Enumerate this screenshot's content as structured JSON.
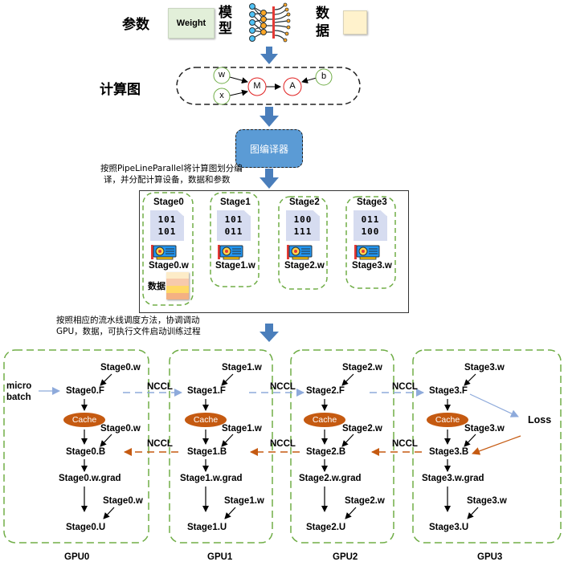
{
  "header": {
    "params_label": "参数",
    "weight_box_label": "Weight",
    "model_label_1": "模",
    "model_label_2": "型",
    "data_label_1": "数",
    "data_label_2": "据",
    "colors": {
      "weight_fill": "#e2efd9",
      "data_fill": "#fff2cc",
      "arrow": "#4a7ebb"
    }
  },
  "compute_graph": {
    "label": "计算图",
    "nodes": [
      {
        "id": "w",
        "label": "w",
        "kind": "input",
        "color": "#70ad47"
      },
      {
        "id": "x",
        "label": "x",
        "kind": "input",
        "color": "#70ad47"
      },
      {
        "id": "M",
        "label": "M",
        "kind": "op",
        "color": "#e02020"
      },
      {
        "id": "A",
        "label": "A",
        "kind": "op",
        "color": "#e02020"
      },
      {
        "id": "b",
        "label": "b",
        "kind": "input",
        "color": "#70ad47"
      }
    ],
    "edges": [
      [
        "w",
        "M"
      ],
      [
        "x",
        "M"
      ],
      [
        "M",
        "A"
      ],
      [
        "b",
        "A"
      ]
    ]
  },
  "compiler": {
    "label": "图编译器",
    "note_line1": "按照PipeLineParallel将计算图划分编",
    "note_line2": "译，并分配计算设备，数据和参数"
  },
  "stages": [
    {
      "title": "Stage0",
      "bits": [
        "101",
        "101"
      ],
      "weight": "Stage0.w",
      "data_label": "数据"
    },
    {
      "title": "Stage1",
      "bits": [
        "101",
        "011"
      ],
      "weight": "Stage1.w"
    },
    {
      "title": "Stage2",
      "bits": [
        "100",
        "111"
      ],
      "weight": "Stage2.w"
    },
    {
      "title": "Stage3",
      "bits": [
        "011",
        "100"
      ],
      "weight": "Stage3.w"
    }
  ],
  "scheduler_note": {
    "line1": "按照相应的流水线调度方法，协调调动",
    "line2": "GPU，数据，可执行文件启动训练过程"
  },
  "pipeline": {
    "input_label_1": "micro",
    "input_label_2": "batch",
    "loss_label": "Loss",
    "comm_label": "NCCL",
    "cache_label": "Cache",
    "colors": {
      "forward": "#8eaadb",
      "backward": "#c55a11",
      "gpu_border": "#70ad47",
      "cache": "#c55a11"
    },
    "gpus": [
      {
        "name": "GPU0",
        "w": "Stage0.w",
        "F": "Stage0.F",
        "B": "Stage0.B",
        "grad": "Stage0.w.grad",
        "U": "Stage0.U"
      },
      {
        "name": "GPU1",
        "w": "Stage1.w",
        "F": "Stage1.F",
        "B": "Stage1.B",
        "grad": "Stage1.w.grad",
        "U": "Stage1.U"
      },
      {
        "name": "GPU2",
        "w": "Stage2.w",
        "F": "Stage2.F",
        "B": "Stage2.B",
        "grad": "Stage2.w.grad",
        "U": "Stage2.U"
      },
      {
        "name": "GPU3",
        "w": "Stage3.w",
        "F": "Stage3.F",
        "B": "Stage3.B",
        "grad": "Stage3.w.grad",
        "U": "Stage3.U"
      }
    ]
  }
}
